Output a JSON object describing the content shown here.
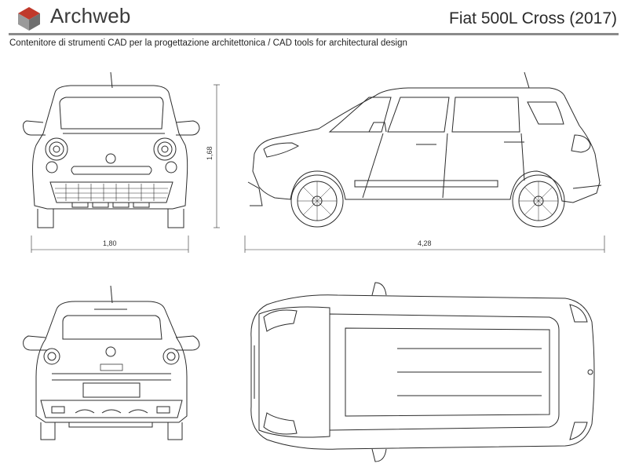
{
  "header": {
    "brand": "Archweb",
    "title": "Fiat 500L Cross (2017)",
    "subtitle": "Contenitore di strumenti CAD per la progettazione architettonica  /  CAD tools for architectural design"
  },
  "dimensions": {
    "front_width": "1,80",
    "height": "1,68",
    "side_length": "4,28"
  },
  "views": [
    "front-view",
    "side-view",
    "rear-view",
    "top-view"
  ],
  "icons": {
    "logo": "cube-logo-icon"
  },
  "colors": {
    "logo_red": "#c0392b",
    "logo_gray": "#8c8c8c",
    "rule": "#8a8a8a",
    "line": "#2b2b2b"
  }
}
